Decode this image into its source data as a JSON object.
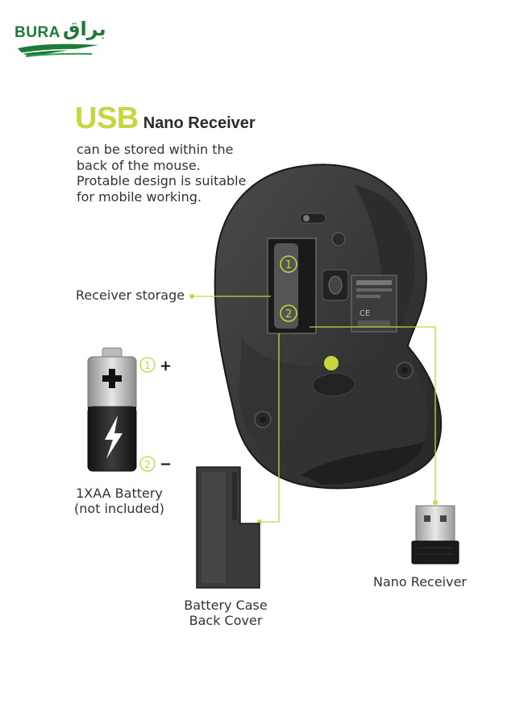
{
  "logo": {
    "latin": "BURA",
    "arabic": "براق"
  },
  "heading": {
    "highlight": "USB",
    "title": "Nano Receiver"
  },
  "description": [
    "can be stored within the",
    "back of the mouse.",
    "Protable design is suitable",
    "for mobile working."
  ],
  "labels": {
    "receiver_storage": "Receiver storage",
    "battery_line1": "1XAA Battery",
    "battery_line2": "(not included)",
    "case_line1": "Battery Case",
    "case_line2": "Back Cover",
    "nano_receiver": "Nano Receiver"
  },
  "markers": {
    "one": "1",
    "two": "2",
    "plus": "+",
    "minus": "−"
  },
  "colors": {
    "accent": "#c6d63c",
    "brand": "#1f7a3a",
    "mouse": "#3a3a3a"
  }
}
